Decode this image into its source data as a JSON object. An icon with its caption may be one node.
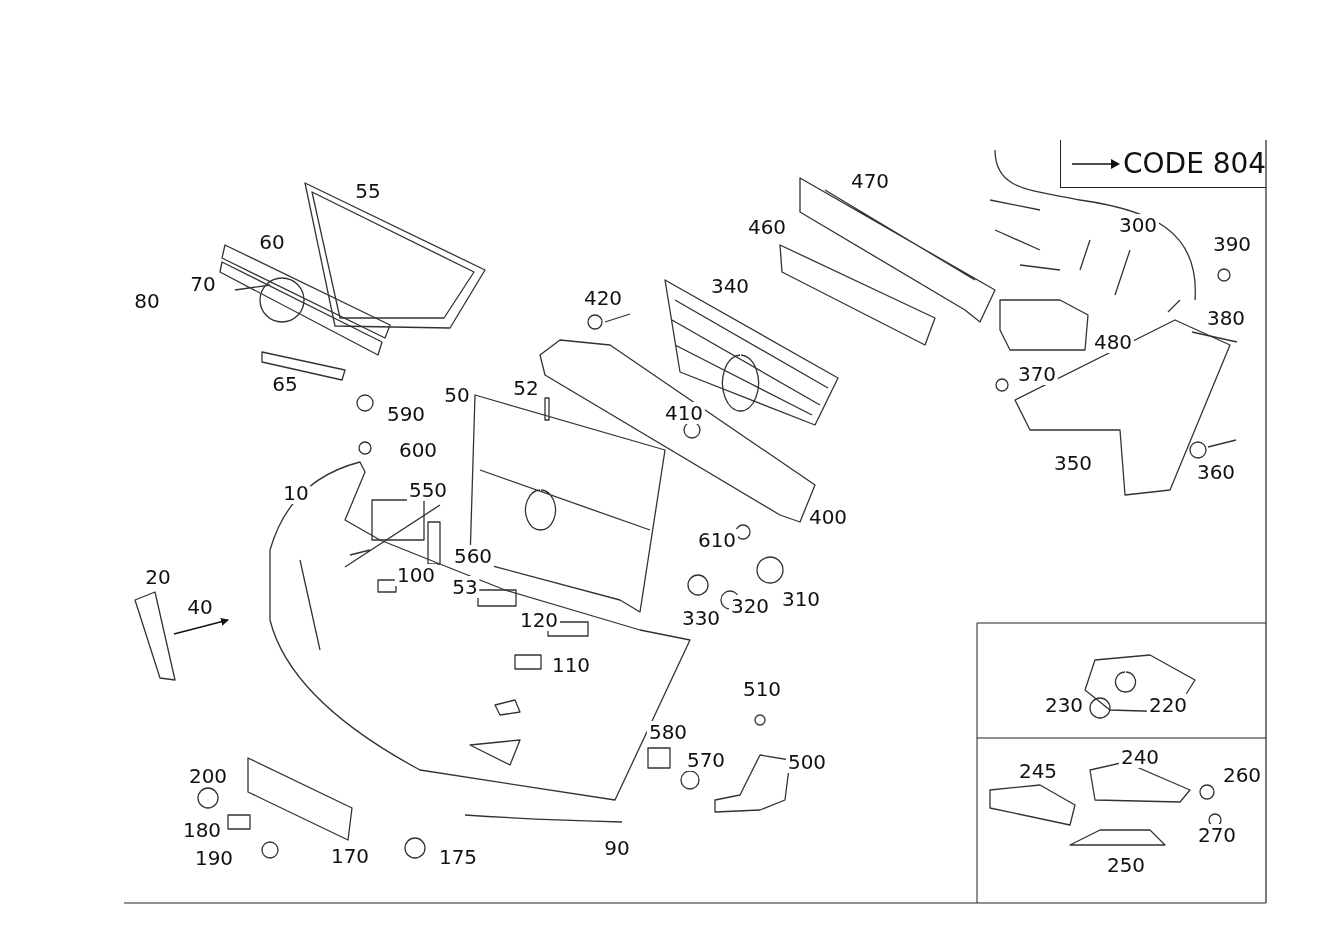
{
  "diagram": {
    "labels": [
      "55",
      "470",
      "300",
      "390",
      "60",
      "460",
      "80",
      "70",
      "420",
      "340",
      "380",
      "480",
      "65",
      "370",
      "52",
      "590",
      "50",
      "410",
      "600",
      "350",
      "360",
      "10",
      "550",
      "400",
      "610",
      "560",
      "100",
      "20",
      "53",
      "40",
      "330",
      "320",
      "310",
      "120",
      "110",
      "230",
      "220",
      "510",
      "580",
      "570",
      "500",
      "240",
      "245",
      "260",
      "200",
      "270",
      "180",
      "170",
      "175",
      "90",
      "190",
      "250"
    ],
    "legend": [
      {
        "text": "CODE 804"
      }
    ]
  }
}
